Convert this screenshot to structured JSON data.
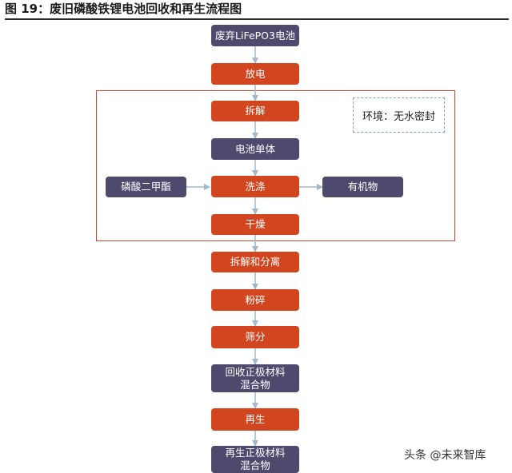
{
  "title": "图 19：废旧磷酸铁锂电池回收和再生流程图",
  "env_note": "环境：无水密封",
  "steps": {
    "waste_battery": "废弃LiFePO3电池",
    "discharge": "放电",
    "disassemble": "拆解",
    "cell": "电池单体",
    "wash": "洗涤",
    "dry": "干燥",
    "split_separate": "拆解和分离",
    "crush": "粉碎",
    "sieve": "筛分",
    "recycled_cathode": "回收正极材料\n混合物",
    "regenerate": "再生",
    "regenerated_cathode": "再生正极材料\n混合物"
  },
  "side_inputs": {
    "solvent": "磷酸二甲酯"
  },
  "side_outputs": {
    "organics": "有机物"
  },
  "watermark": "头条 @未来智库",
  "colors": {
    "process": "#d2461f",
    "material": "#4e4a6e",
    "region_border": "#d0452f",
    "note_border": "#7fa4c1",
    "arrow": "#9fb9cf"
  }
}
